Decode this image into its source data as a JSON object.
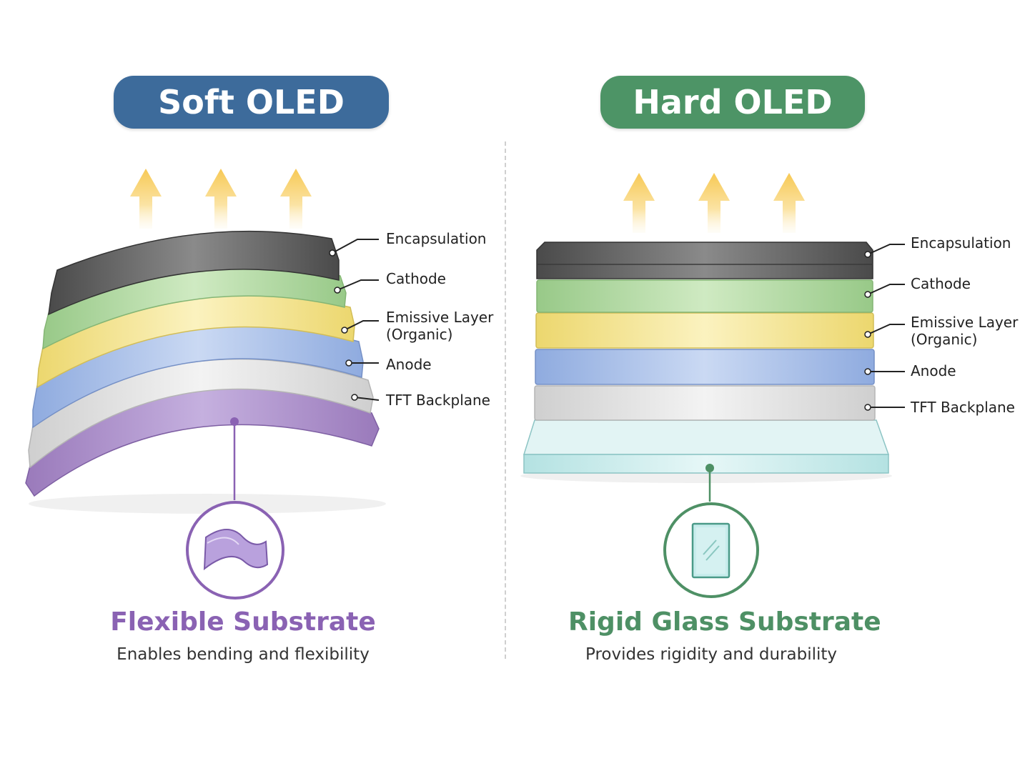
{
  "soft": {
    "title": "Soft OLED",
    "layers": {
      "encapsulation": "Encapsulation",
      "cathode": "Cathode",
      "emissive": "Emissive Layer (Organic)",
      "anode": "Anode",
      "tft": "TFT Backplane"
    },
    "substrate_title": "Flexible Substrate",
    "substrate_desc": "Enables bending and flexibility"
  },
  "hard": {
    "title": "Hard OLED",
    "layers": {
      "encapsulation": "Encapsulation",
      "cathode": "Cathode",
      "emissive": "Emissive Layer (Organic)",
      "anode": "Anode",
      "tft": "TFT Backplane"
    },
    "substrate_title": "Rigid Glass Substrate",
    "substrate_desc": "Provides rigidity and durability"
  },
  "colors": {
    "soft_header": "#3d6b9b",
    "hard_header": "#4d9466",
    "encapsulation": "#5a5a5a",
    "cathode": "#a9d69a",
    "emissive": "#f2e38c",
    "anode": "#a7c0e8",
    "tft": "#dedede",
    "flexible_substrate": "#a98cc9",
    "glass_substrate": "#c9ecec",
    "light_arrow": "#f7cf62"
  },
  "icons": {
    "soft_substrate": "flexible-sheet-icon",
    "hard_substrate": "glass-pane-icon",
    "emission": "light-arrow-icon"
  }
}
